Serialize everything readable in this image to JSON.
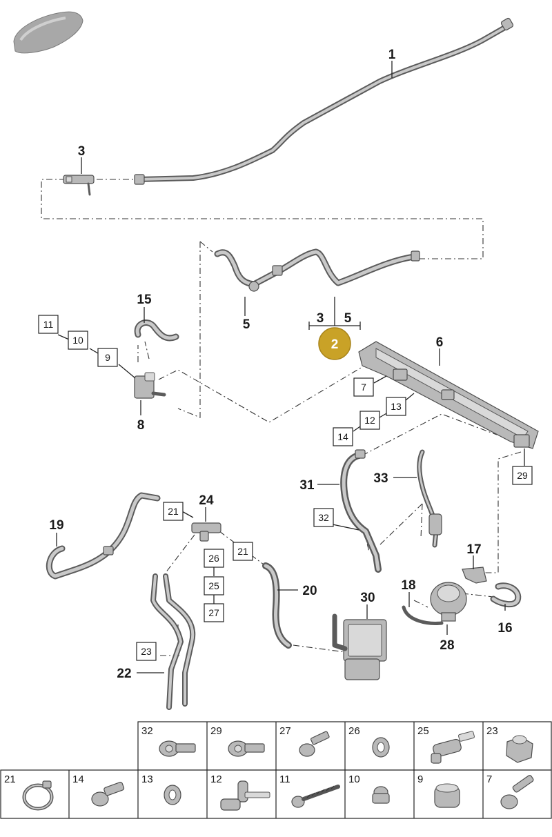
{
  "callouts": {
    "p1": "1",
    "p3": "3",
    "p5": "5",
    "p15": "15",
    "p8": "8",
    "p6": "6",
    "p31": "31",
    "p33": "33",
    "p24": "24",
    "p19": "19",
    "p20": "20",
    "p30": "30",
    "p17": "17",
    "p18": "18",
    "p16": "16",
    "p28": "28",
    "p22": "22",
    "bracket_left": "3",
    "bracket_right": "5",
    "badge": "2"
  },
  "boxed": {
    "b11": "11",
    "b10": "10",
    "b9": "9",
    "b7": "7",
    "b13": "13",
    "b12": "12",
    "b14": "14",
    "b29": "29",
    "b32": "32",
    "b21a": "21",
    "b21b": "21",
    "b26": "26",
    "b25": "25",
    "b27": "27",
    "b23": "23"
  },
  "hardware_table": {
    "row1": [
      "32",
      "29",
      "27",
      "26",
      "25",
      "23"
    ],
    "row2": [
      "21",
      "14",
      "13",
      "12",
      "11",
      "10",
      "9",
      "7"
    ]
  },
  "colors": {
    "badge_fill": "#c9a227",
    "badge_stroke": "#a8841a",
    "part_gray": "#b9b9b9"
  }
}
